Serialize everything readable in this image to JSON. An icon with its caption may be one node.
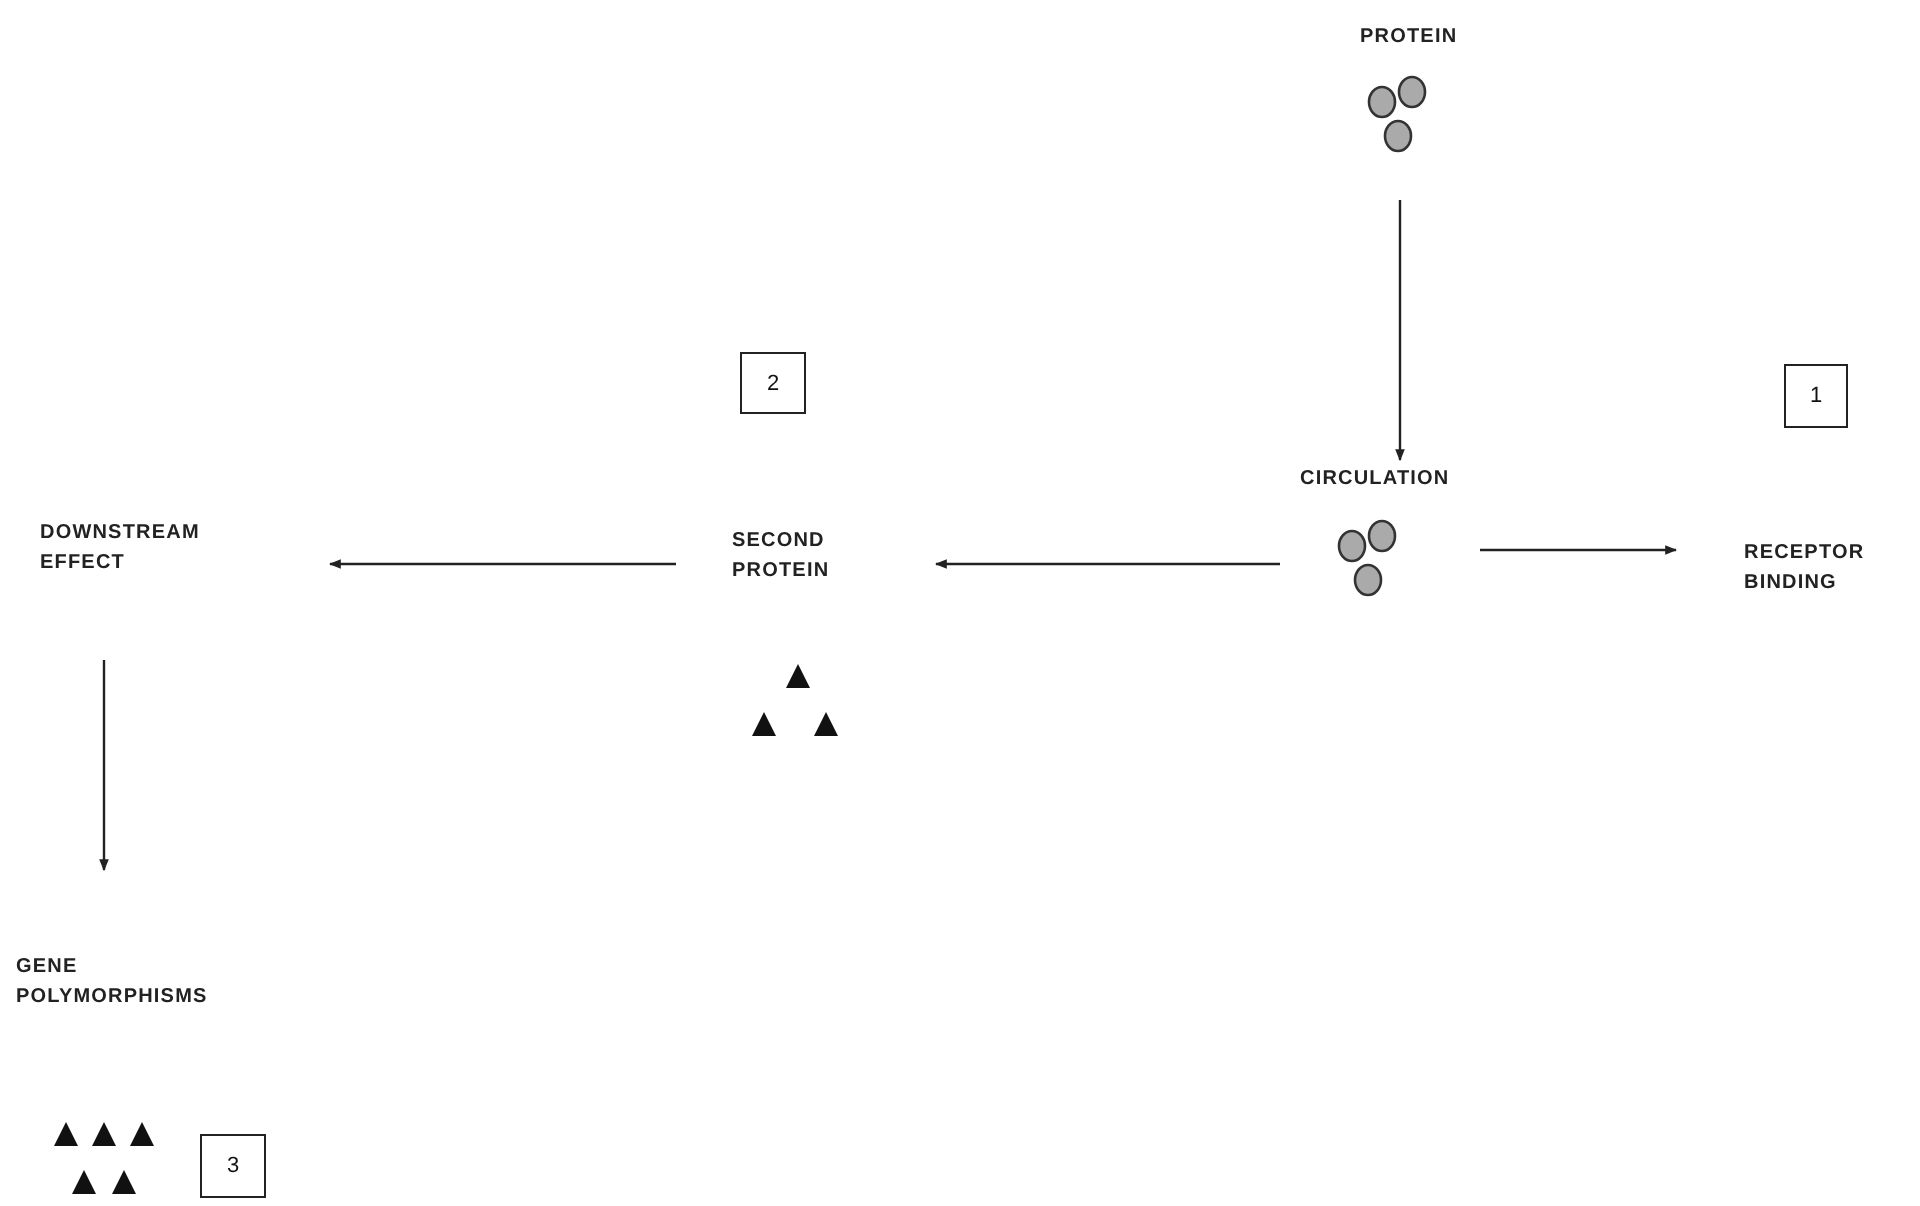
{
  "diagram": {
    "nodes": [
      {
        "text": [
          "PROTEIN"
        ]
      },
      {
        "text": [
          "1"
        ]
      },
      {
        "text": [
          "2"
        ]
      },
      {
        "text": [
          "CIRCULATION"
        ]
      },
      {
        "text": [
          "RECEPTOR BINDING"
        ]
      },
      {
        "text": [
          "SECOND PROTEIN"
        ]
      },
      {
        "text": [
          "DOWNSTREAM EFFECT"
        ]
      },
      {
        "text": [
          "GENE POLYMORPHISMS"
        ]
      },
      {
        "text": [
          "3"
        ]
      }
    ],
    "edges": [
      {
        "from": 0,
        "to": 3,
        "arrow": "to"
      },
      {
        "from": 3,
        "to": 4,
        "arrow": "to"
      },
      {
        "from": 3,
        "to": 5,
        "arrow": "to"
      },
      {
        "from": 5,
        "to": 6,
        "arrow": "to"
      },
      {
        "from": 6,
        "to": 7,
        "arrow": "to"
      }
    ]
  }
}
